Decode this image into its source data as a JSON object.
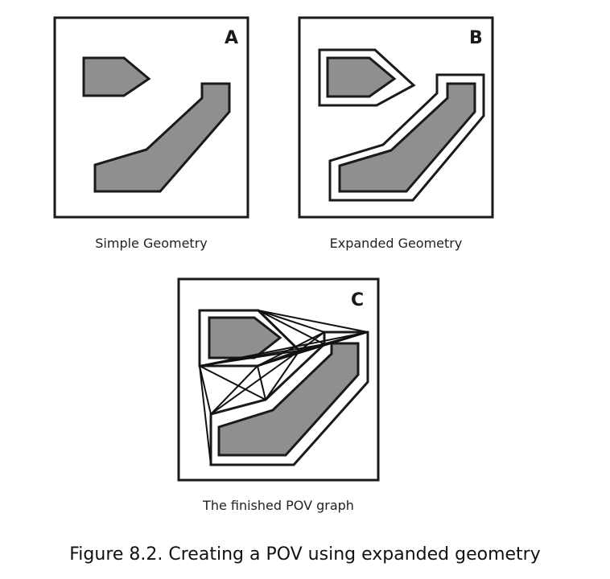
{
  "panels": {
    "a": {
      "letter": "A",
      "caption": "Simple Geometry"
    },
    "b": {
      "letter": "B",
      "caption": "Expanded Geometry"
    },
    "c": {
      "letter": "C",
      "caption": "The finished POV graph"
    }
  },
  "figure_caption": "Figure 8.2. Creating a POV using expanded geometry",
  "colors": {
    "obstacle_fill": "#8f8f8f",
    "outline": "#1a1a1a",
    "background": "#ffffff"
  }
}
